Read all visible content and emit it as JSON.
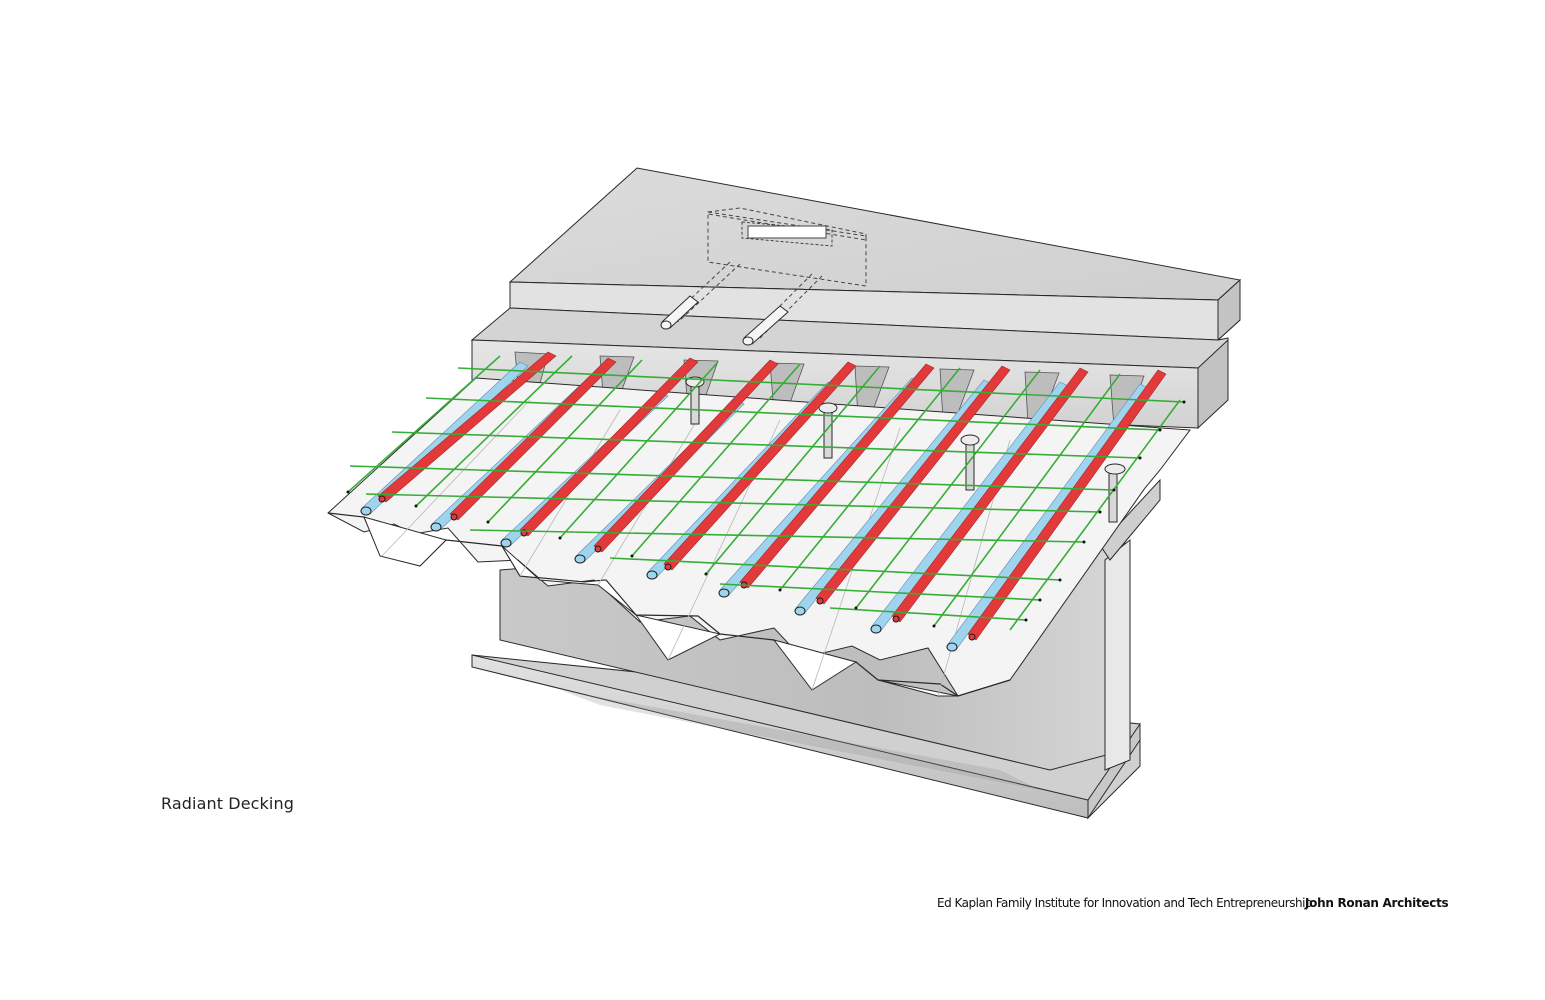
{
  "caption": "Radiant Decking",
  "credit": {
    "project": "Ed Kaplan Family Institute for Innovation and Tech Entrepreneurship",
    "firm": "John Ronan Architects"
  },
  "colors": {
    "background": "#ffffff",
    "concrete": "#d9d9d9",
    "steel": "#c6c6c6",
    "deck": "#f4f4f4",
    "hot_pipe": "#e23a3a",
    "cool_pipe": "#9fd4ee",
    "mesh": "#36ad36",
    "outline": "#2a2a2a"
  },
  "components": [
    "concrete-slab",
    "steel-deck",
    "i-beam",
    "shear-studs",
    "red-pipes",
    "blue-pipes",
    "wire-mesh",
    "floor-box"
  ]
}
